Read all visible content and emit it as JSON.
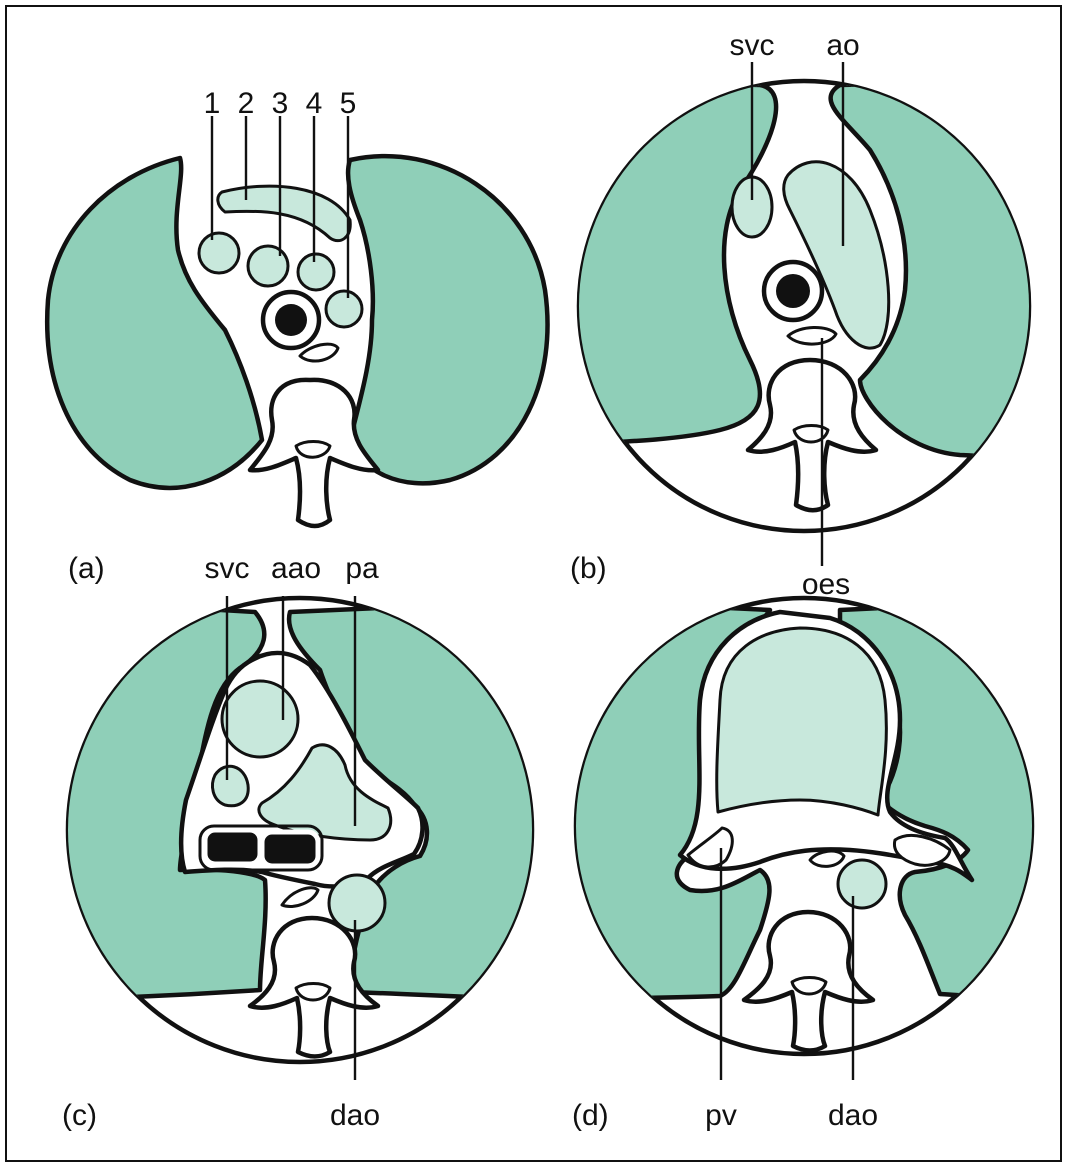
{
  "colors": {
    "lung": "#8fcfb8",
    "vessel": "#c8e8dc",
    "background": "#ffffff",
    "ink": "#111111"
  },
  "panels": {
    "a": {
      "letter": "(a)",
      "numbers": [
        "1",
        "2",
        "3",
        "4",
        "5"
      ]
    },
    "b": {
      "letter": "(b)",
      "svc": "svc",
      "ao": "ao",
      "oes": "oes"
    },
    "c": {
      "letter": "(c)",
      "svc": "svc",
      "aao": "aao",
      "pa": "pa",
      "dao": "dao"
    },
    "d": {
      "letter": "(d)",
      "pv": "pv",
      "dao": "dao"
    }
  }
}
